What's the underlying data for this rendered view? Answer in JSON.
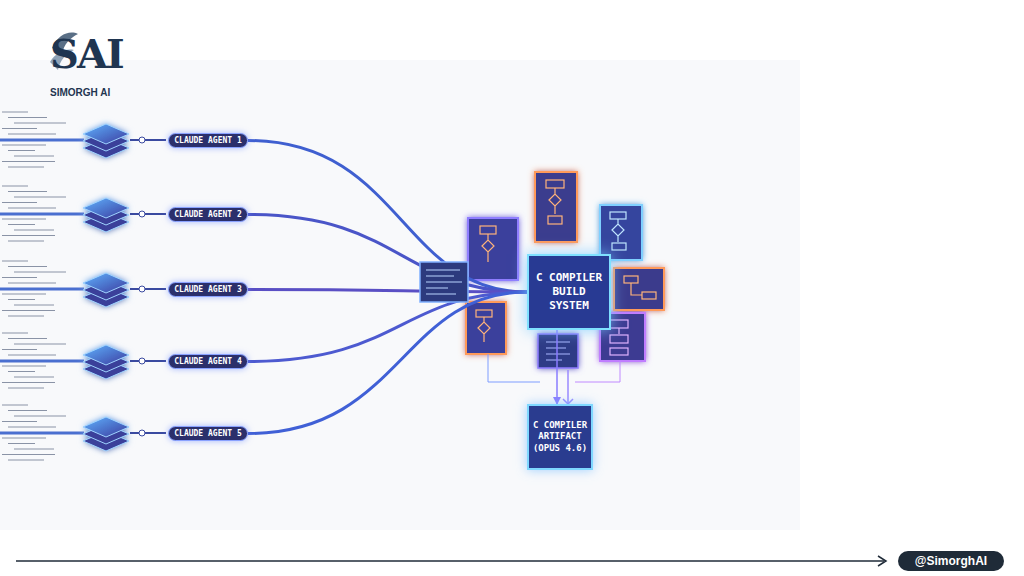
{
  "diagram": {
    "nodes": [
      {
        "text": [
          "CLAUDE AGENT 1"
        ]
      },
      {
        "text": [
          "CLAUDE AGENT 2"
        ]
      },
      {
        "text": [
          "CLAUDE AGENT 3"
        ]
      },
      {
        "text": [
          "CLAUDE AGENT 4"
        ]
      },
      {
        "text": [
          "CLAUDE AGENT 5"
        ]
      },
      {
        "text": [
          "C COMPILER BUILD SYSTEM"
        ]
      },
      {
        "text": [
          "C COMPILER ARTIFACT (OPUS 4.6)"
        ]
      },
      {
        "text": [
          "@SimorghAI"
        ]
      }
    ],
    "edges": [
      {
        "from": 0,
        "to": 5,
        "arrow": "none"
      },
      {
        "from": 1,
        "to": 5,
        "arrow": "none"
      },
      {
        "from": 2,
        "to": 5,
        "arrow": "none"
      },
      {
        "from": 3,
        "to": 5,
        "arrow": "none"
      },
      {
        "from": 4,
        "to": 5,
        "arrow": "none"
      },
      {
        "from": 5,
        "to": 6,
        "arrow": "to"
      }
    ],
    "labels": [
      "SAI",
      "SIMORGH AI"
    ]
  }
}
